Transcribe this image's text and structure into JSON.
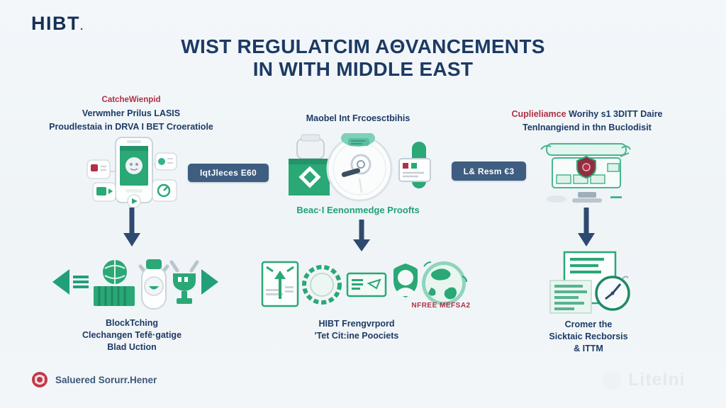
{
  "logo": {
    "text": "HIBT",
    "dot": "."
  },
  "title": {
    "line1": "WIST REGULATCIM AΘVANCEMENTS",
    "line2": "IN WITH MIDDLE EAST"
  },
  "left": {
    "header_red": "CatcheWienpid",
    "header2": "Verwmher Prilus LASIS",
    "header3": "Proudlestaia in DRVA I BET Croeratiole",
    "caption1": "BlockTching",
    "caption2": "Clechangen Tefē·gatige",
    "caption3": "Blad Uction"
  },
  "middle": {
    "header": "Maobel Int Frcoesctbihis",
    "green_caption": "Beac·I Eenonmedge Proofts",
    "red_label": "NFREE MEFSA2",
    "caption1": "HIBT Frengvrpord",
    "caption2": "'Tet Cit:ine Poociets"
  },
  "right": {
    "header_red": "Cuplieliamce",
    "header_rest": " Worihy s1 3DITT Daire",
    "header2": "Tenlnangiend in thn Buclodisit",
    "caption1": "Cromer the",
    "caption2": "Sicktaic Recborsis",
    "caption3": "& ITTM"
  },
  "buttons": {
    "left": "IqtJleces E60",
    "right": "L& Resm €3"
  },
  "footer": {
    "source": "Saluered Sorurr.Hener"
  },
  "watermark": "LiteIni",
  "colors": {
    "navy": "#1d3b66",
    "green": "#2aa876",
    "red": "#b03045",
    "button": "#3e5d80",
    "arrow": "#2e4a70"
  }
}
